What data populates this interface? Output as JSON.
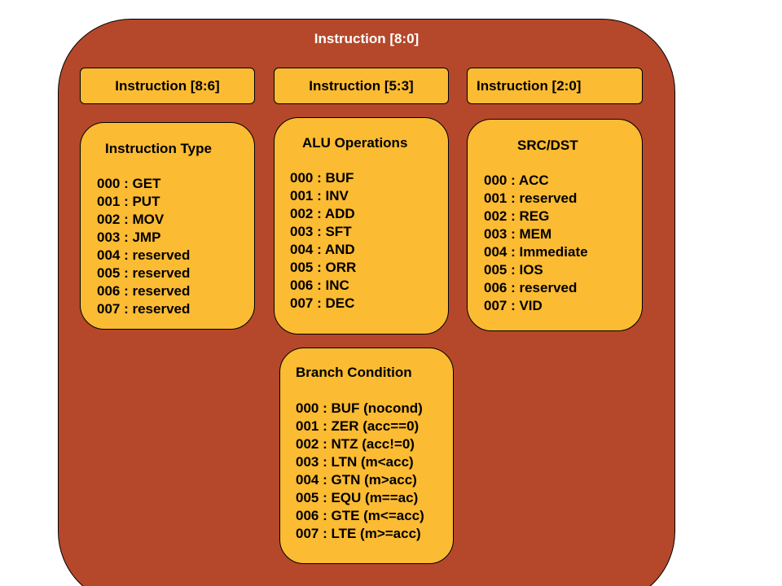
{
  "outer": {
    "title": "Instruction [8:0]"
  },
  "fields": [
    {
      "label": "Instruction [8:6]"
    },
    {
      "label": "Instruction [5:3]"
    },
    {
      "label": "Instruction [2:0]"
    }
  ],
  "boxes": {
    "instruction_type": {
      "title": "Instruction Type",
      "items": [
        "000 : GET",
        "001 : PUT",
        "002 : MOV",
        "003 : JMP",
        "004 : reserved",
        "005 : reserved",
        "006 : reserved",
        "007 : reserved"
      ]
    },
    "alu_operations": {
      "title": "ALU Operations",
      "items": [
        "000 : BUF",
        "001 : INV",
        "002 : ADD",
        "003 : SFT",
        "004 : AND",
        "005 : ORR",
        "006 : INC",
        "007 : DEC"
      ]
    },
    "src_dst": {
      "title": "SRC/DST",
      "items": [
        "000 : ACC",
        "001 : reserved",
        "002 : REG",
        "003 : MEM",
        "004 : Immediate",
        "005 : IOS",
        "006 : reserved",
        "007 : VID"
      ]
    },
    "branch_condition": {
      "title": "Branch Condition",
      "items": [
        "000 : BUF (nocond)",
        "001 : ZER (acc==0)",
        "002 : NTZ (acc!=0)",
        "003 : LTN (m<acc)",
        "004 : GTN (m>acc)",
        "005 : EQU (m==ac)",
        "006 : GTE (m<=acc)",
        "007 : LTE (m>=acc)"
      ]
    }
  },
  "colors": {
    "outer_fill": "#b5482a",
    "box_fill": "#fbbb32",
    "outline": "#000000",
    "title_text": "#ffffff"
  }
}
